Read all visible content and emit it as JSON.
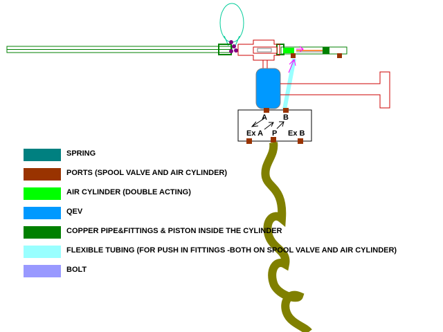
{
  "colors": {
    "spring": "#008080",
    "ports": "#993300",
    "air_cylinder": "#00ff00",
    "qev": "#0099ff",
    "copper_pipe": "#008000",
    "flexible_tubing": "#99ffff",
    "bolt": "#9999ff",
    "outline_green": "#008000",
    "outline_red": "#cc0000",
    "balloon": "#00cc99",
    "hose": "#808000",
    "bolt_dots": "#800080",
    "arrow_magenta": "#ff00ff",
    "orange_rod": "#ff6600"
  },
  "valve": {
    "port_a": "A",
    "port_b": "B",
    "exhaust_a": "Ex A",
    "pressure": "P",
    "exhaust_b": "Ex B"
  },
  "legend": [
    {
      "key": "spring",
      "label": "SPRING"
    },
    {
      "key": "ports",
      "label": "PORTS (SPOOL VALVE AND AIR CYLINDER)"
    },
    {
      "key": "air_cylinder",
      "label": "AIR CYLINDER (DOUBLE ACTING)"
    },
    {
      "key": "qev",
      "label": "QEV"
    },
    {
      "key": "copper_pipe",
      "label": "COPPER PIPE&FITTINGS & PISTON INSIDE THE CYLINDER"
    },
    {
      "key": "flexible_tubing",
      "label": "FLEXIBLE TUBING (FOR PUSH IN FITTINGS -BOTH ON SPOOL VALVE AND AIR CYLINDER)"
    },
    {
      "key": "bolt",
      "label": "BOLT"
    }
  ]
}
